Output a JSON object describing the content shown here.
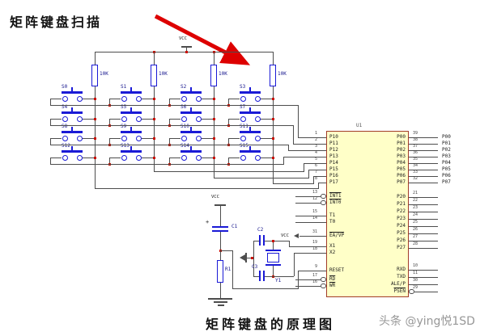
{
  "title": "矩阵键盘扫描",
  "caption": "矩阵键盘的原理图",
  "watermark": "头条 @ying悦1SD",
  "colors": {
    "component_blue": "#1a1ad6",
    "designator_blue": "#14148c",
    "wire_gray": "#4d4d4d",
    "junction_red": "#cc1100",
    "chip_fill": "#ffffc8",
    "chip_border": "#a23c28",
    "arrow_red": "#dd0000"
  },
  "keyboard": {
    "vcc_label": "VCC",
    "resistor_value": "10K",
    "switches": [
      "S0",
      "S1",
      "S2",
      "S3",
      "S4",
      "S5",
      "S6",
      "S7",
      "S8",
      "S9",
      "S10",
      "S11",
      "S12",
      "S13",
      "S14",
      "S15"
    ]
  },
  "reset_circuit": {
    "vcc_label": "VCC",
    "plus_label": "+",
    "cap_label": "C1",
    "resistor_label": "R1"
  },
  "crystal_circuit": {
    "cap_top_label": "C2",
    "cap_bottom_label": "C3",
    "crystal_label": "Y1"
  },
  "chip": {
    "ref": "U1",
    "ea_vcc_label": "VCC",
    "left_pins": [
      {
        "num": "1",
        "name": "P10"
      },
      {
        "num": "2",
        "name": "P11"
      },
      {
        "num": "3",
        "name": "P12"
      },
      {
        "num": "4",
        "name": "P13"
      },
      {
        "num": "5",
        "name": "P14"
      },
      {
        "num": "6",
        "name": "P15"
      },
      {
        "num": "7",
        "name": "P16"
      },
      {
        "num": "8",
        "name": "P17"
      },
      {
        "num": "13",
        "name": "INT1",
        "bubble": true,
        "overline": true
      },
      {
        "num": "12",
        "name": "INT0",
        "bubble": true,
        "overline": true
      },
      {
        "num": "15",
        "name": "T1"
      },
      {
        "num": "14",
        "name": "T0"
      },
      {
        "num": "31",
        "name": "EA/VP",
        "overline": true
      },
      {
        "num": "19",
        "name": "X1"
      },
      {
        "num": "18",
        "name": "X2"
      },
      {
        "num": "9",
        "name": "RESET"
      },
      {
        "num": "17",
        "name": "RD",
        "bubble": true,
        "overline": true
      },
      {
        "num": "16",
        "name": "WR",
        "bubble": true,
        "overline": true
      }
    ],
    "right_pins": [
      {
        "num": "39",
        "name": "P00",
        "ext": "P00"
      },
      {
        "num": "38",
        "name": "P01",
        "ext": "P01"
      },
      {
        "num": "37",
        "name": "P02",
        "ext": "P02"
      },
      {
        "num": "36",
        "name": "P03",
        "ext": "P03"
      },
      {
        "num": "35",
        "name": "P04",
        "ext": "P04"
      },
      {
        "num": "34",
        "name": "P05",
        "ext": "P05"
      },
      {
        "num": "33",
        "name": "P06",
        "ext": "P06"
      },
      {
        "num": "32",
        "name": "P07",
        "ext": "P07"
      },
      {
        "num": "21",
        "name": "P20"
      },
      {
        "num": "22",
        "name": "P21"
      },
      {
        "num": "23",
        "name": "P22"
      },
      {
        "num": "24",
        "name": "P23"
      },
      {
        "num": "25",
        "name": "P24"
      },
      {
        "num": "26",
        "name": "P25"
      },
      {
        "num": "27",
        "name": "P26"
      },
      {
        "num": "28",
        "name": "P27"
      },
      {
        "num": "10",
        "name": "RXD"
      },
      {
        "num": "11",
        "name": "TXD"
      },
      {
        "num": "30",
        "name": "ALE/P"
      },
      {
        "num": "29",
        "name": "PSEN",
        "bubble": true,
        "overline": true
      }
    ]
  }
}
